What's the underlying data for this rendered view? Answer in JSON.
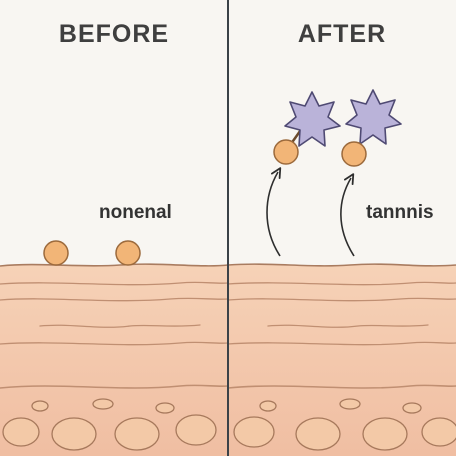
{
  "panels": {
    "before": {
      "title": "BEFORE"
    },
    "after": {
      "title": "AFTER"
    }
  },
  "labels": {
    "nonenal": "nonenal",
    "tannins": "tannnis"
  },
  "colors": {
    "background": "#f8f6f2",
    "skin_top": "#f5cdb1",
    "skin_bottom": "#f0bfa3",
    "skin_line": "#b88a6c",
    "molecule": "#f2b577",
    "molecule_outline": "#9c6a3c",
    "tannin_star": "#bab3d9",
    "tannin_star_outline": "#4f4a73",
    "divider": "#3b4248"
  },
  "icons": {
    "nonenal_molecule": "circle-molecule-icon",
    "tannin_molecule": "star-molecule-icon",
    "upward_arrow": "curved-arrow-up-icon"
  }
}
